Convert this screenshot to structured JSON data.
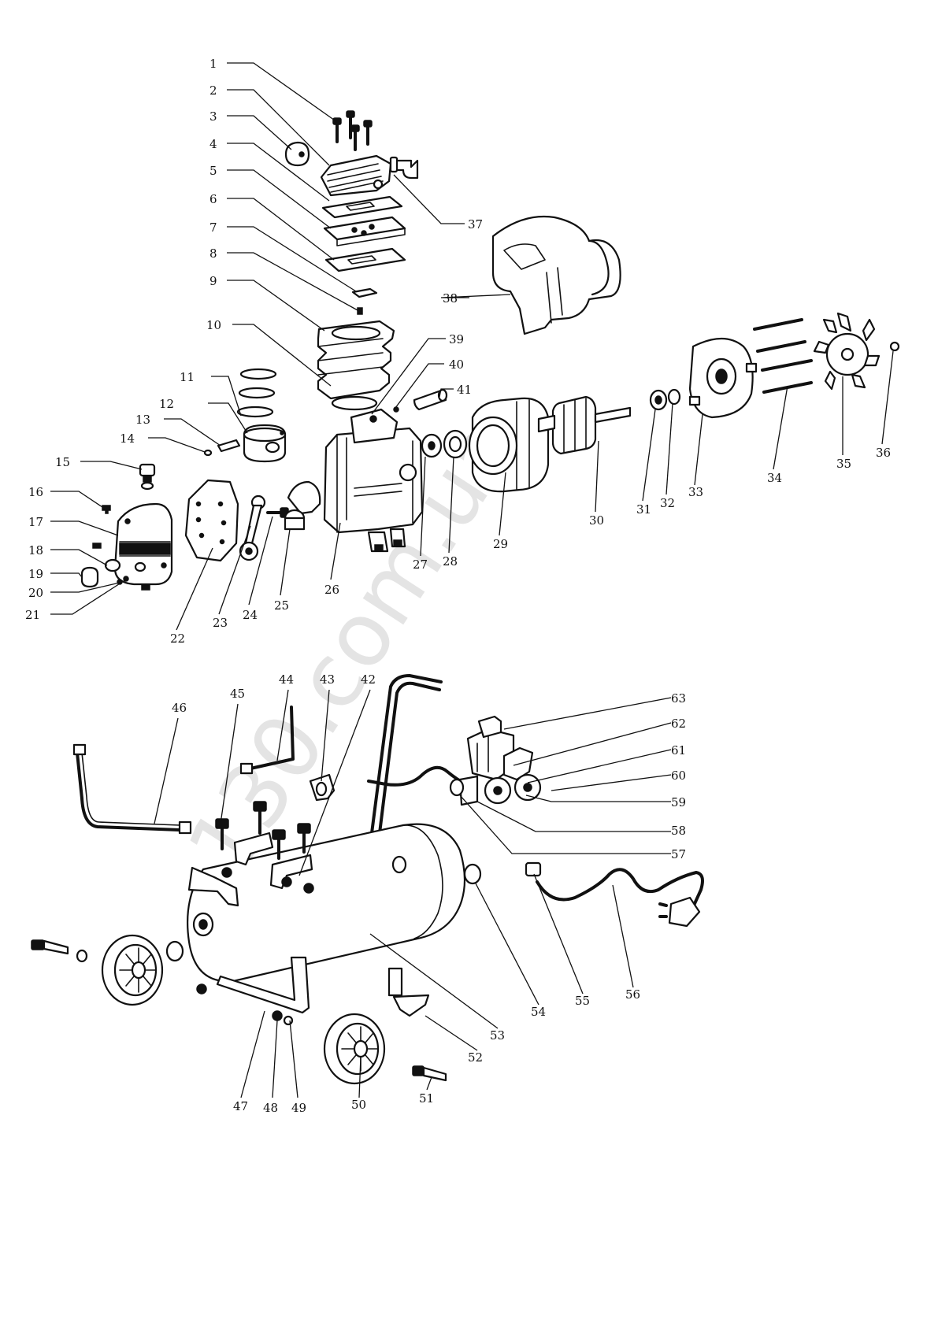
{
  "watermark": "130.com.ua",
  "part_numbers": [
    "1",
    "2",
    "3",
    "4",
    "5",
    "6",
    "7",
    "8",
    "9",
    "10",
    "11",
    "12",
    "13",
    "14",
    "15",
    "16",
    "17",
    "18",
    "19",
    "20",
    "21",
    "22",
    "23",
    "24",
    "25",
    "26",
    "27",
    "28",
    "29",
    "30",
    "31",
    "32",
    "33",
    "34",
    "35",
    "36",
    "37",
    "38",
    "39",
    "40",
    "41",
    "42",
    "43",
    "44",
    "45",
    "46",
    "47",
    "48",
    "49",
    "50",
    "51",
    "52",
    "53",
    "54",
    "55",
    "56",
    "57",
    "58",
    "59",
    "60",
    "61",
    "62",
    "63"
  ]
}
